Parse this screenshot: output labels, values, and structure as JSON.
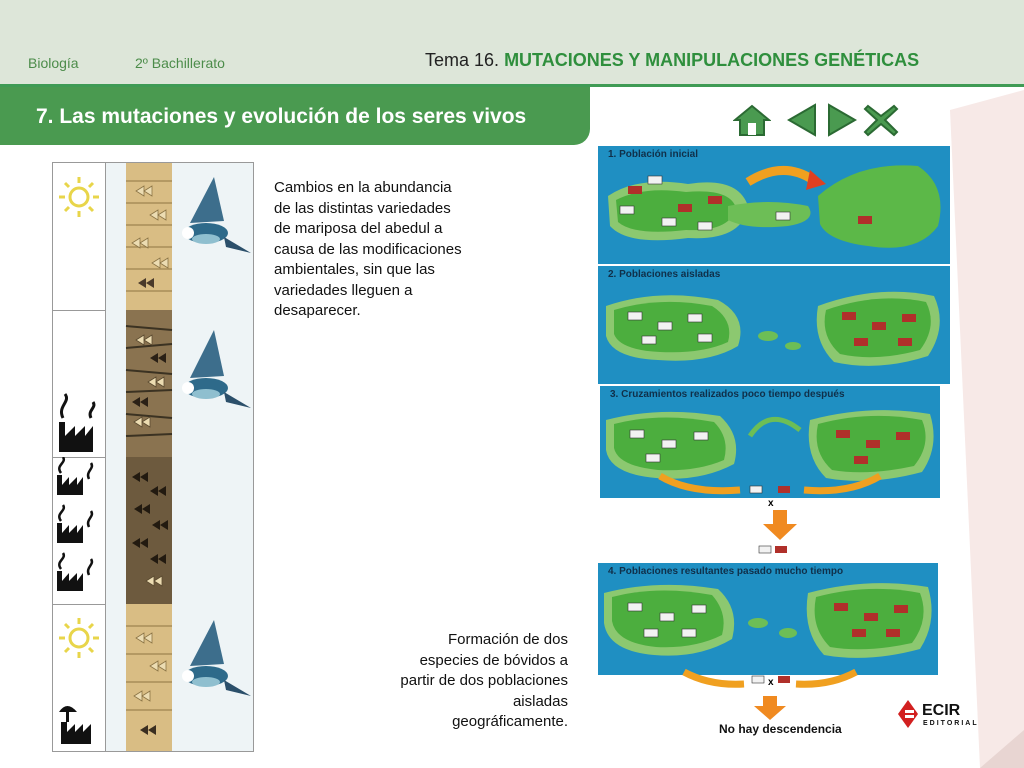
{
  "header": {
    "subject": "Biología",
    "level": "2º Bachillerato",
    "topic_prefix": "Tema 16.",
    "topic_title": "MUTACIONES Y MANIPULACIONES GENÉTICAS"
  },
  "section": {
    "title": "7. Las mutaciones y evolución de los seres vivos"
  },
  "nav": {
    "home_icon": "home-icon",
    "prev_icon": "triangle-left-icon",
    "next_icon": "triangle-right-icon",
    "close_icon": "x-close-icon",
    "color": "#3f9b55"
  },
  "moths": {
    "description": "Cambios en la abundancia de las distintas variedades de mariposa del abedul a causa de las modificaciones ambientales, sin que las variedades lleguen a desaparecer."
  },
  "bovids": {
    "panels": [
      "1. Población inicial",
      "2. Poblaciones aisladas",
      "3. Cruzamientos realizados poco tiempo después",
      "4. Poblaciones resultantes pasado mucho tiempo"
    ],
    "cross_symbol": "x",
    "no_offspring": "No hay descendencia",
    "caption": "Formación de dos especies de bóvidos a partir de dos poblaciones aisladas geográficamente."
  },
  "logo": {
    "name": "ECIR",
    "sub": "EDITORIAL",
    "color": "#d22020"
  },
  "colors": {
    "accent": "#4a9a50",
    "header_bg": "#dde6d9",
    "water": "#1f8fc2",
    "land": "#5cb848"
  }
}
